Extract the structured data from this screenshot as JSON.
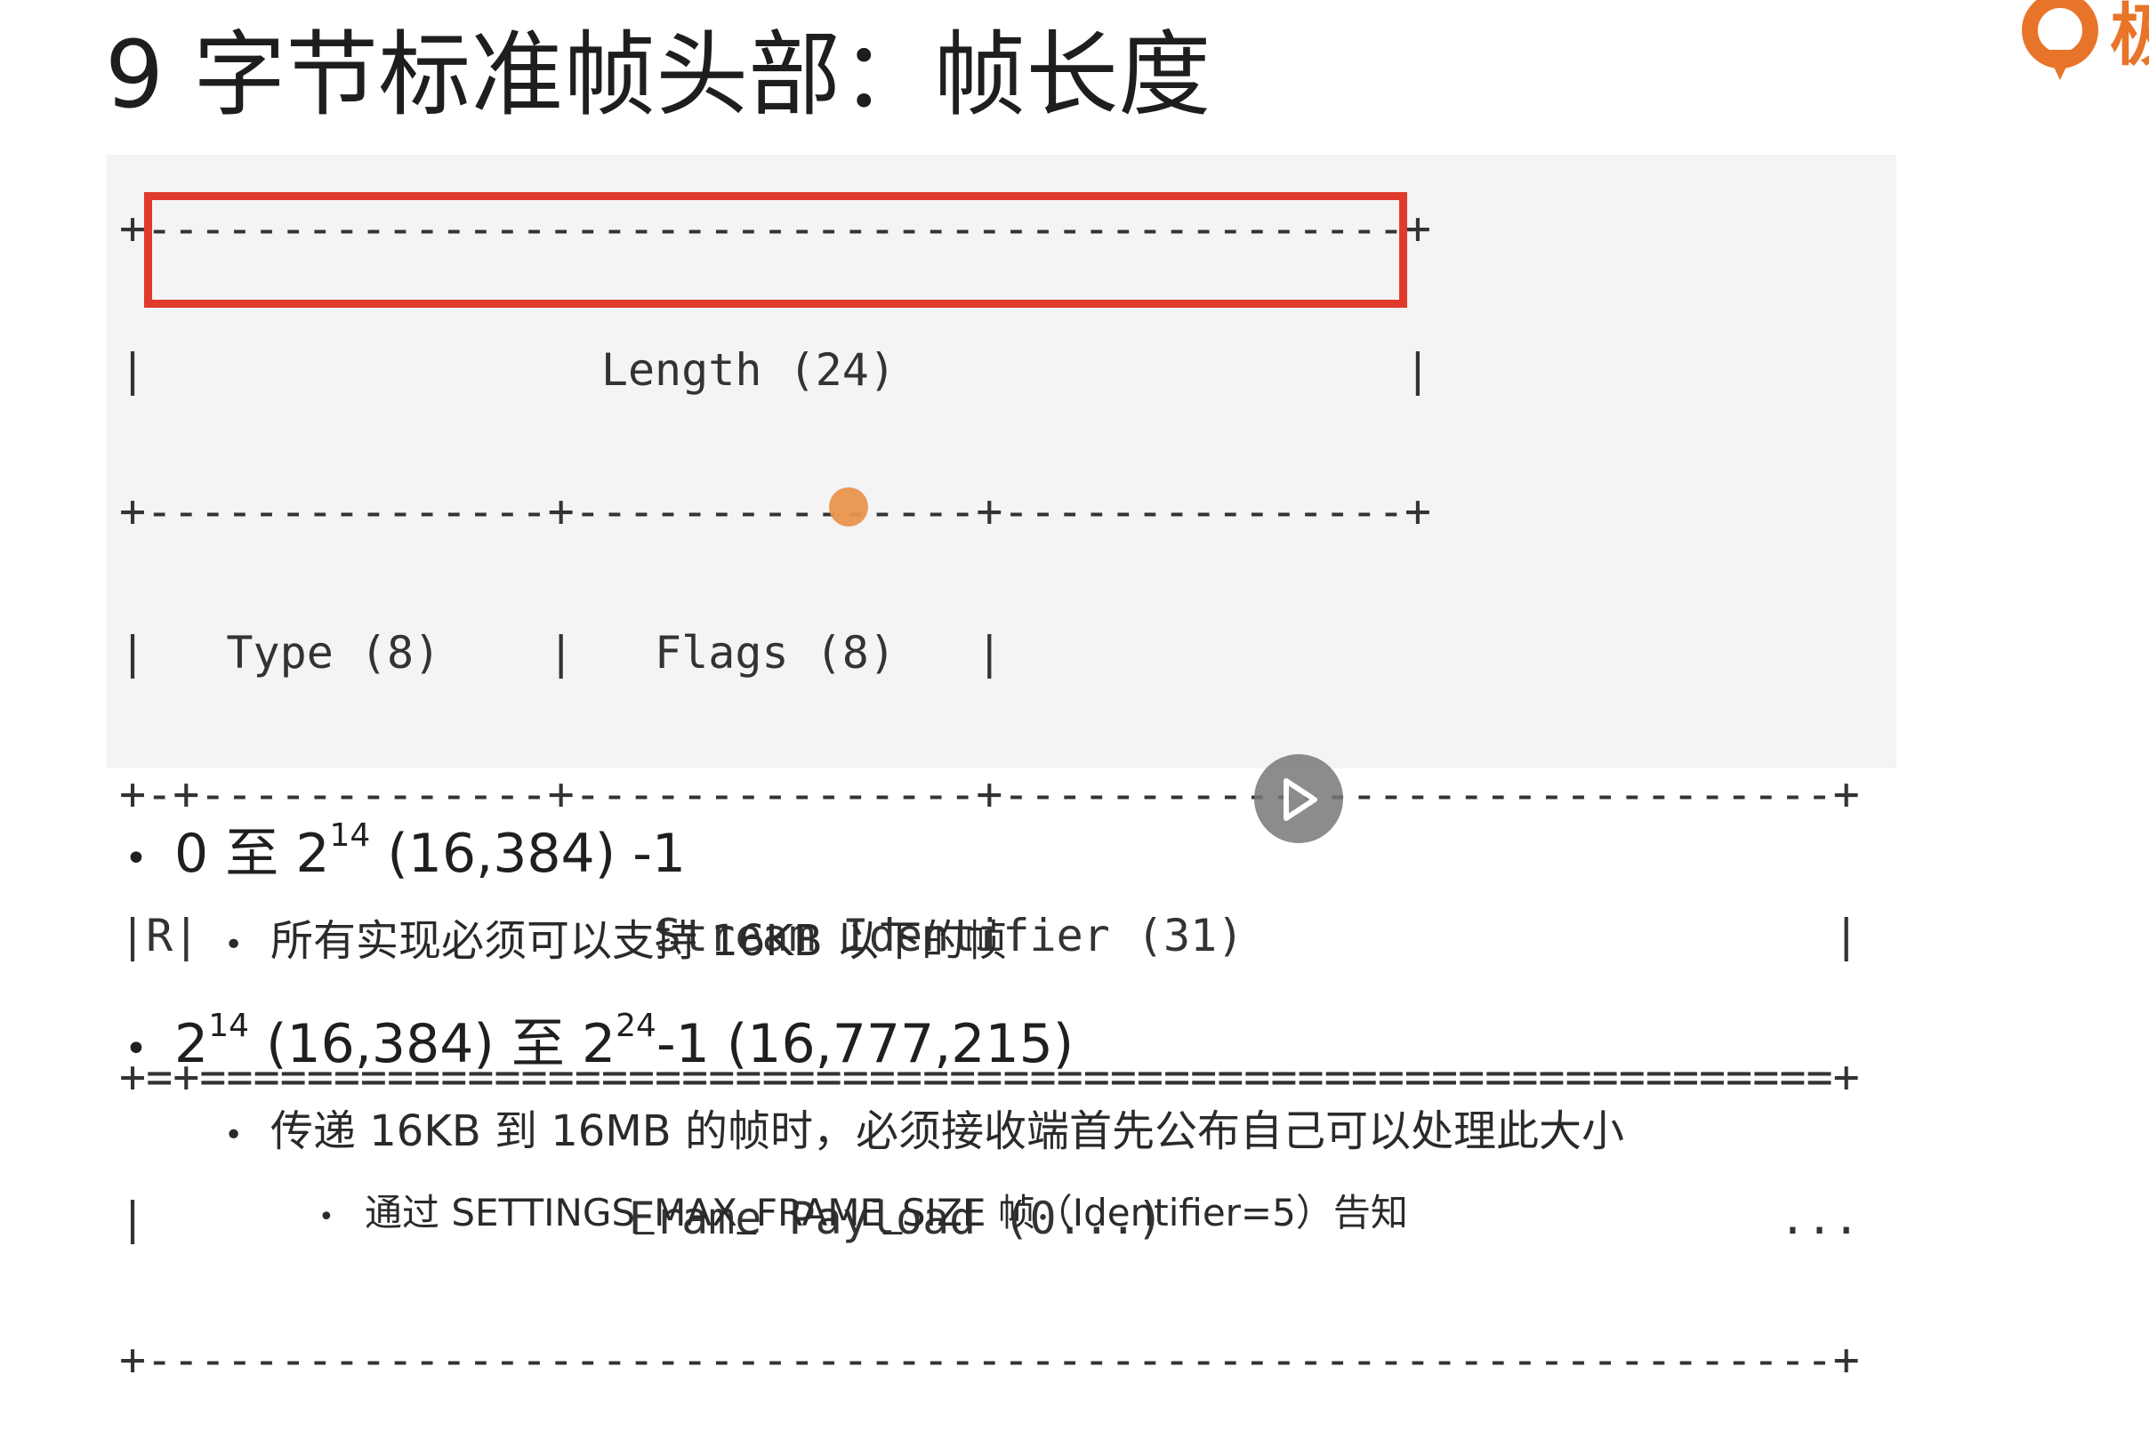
{
  "slide": {
    "title": "9 字节标准帧头部：帧长度",
    "logo_text": "极"
  },
  "diagram": {
    "lines": [
      "+-----------------------------------------------+",
      "|                 Length (24)                   |",
      "+---------------+---------------+---------------+",
      "|   Type (8)    |   Flags (8)   |",
      "+-+-------------+---------------+-------------------------------+",
      "|R|                 Stream Identifier (31)                      |",
      "+=+=============================================================+",
      "|                  Frame Payload (0...)                       ...",
      "+---------------------------------------------------------------+"
    ],
    "highlight_color": "#e03a2c",
    "background": "#f4f4f4"
  },
  "bullets": {
    "b1": {
      "pre": "0 至 2",
      "sup": "14",
      "post": " (16,384) -1"
    },
    "b1_1": "所有实现必须可以支持 16KB 以下的帧",
    "b2": {
      "pre": "2",
      "sup1": "14",
      "mid": " (16,384) 至 2",
      "sup2": "24",
      "post": "-1 (16,777,215)"
    },
    "b2_1": "传递 16KB 到 16MB 的帧时，必须接收端首先公布自己可以处理此大小",
    "b2_1_1": "通过 SETTINGS_MAX_FRAME_SIZE 帧（Identifier=5）告知",
    "bullet_glyph": "•"
  },
  "colors": {
    "logo_orange": "#e8742a",
    "cursor_orange": "#e9944e"
  },
  "icons": [
    "play-icon",
    "logo-icon",
    "mouse-cursor-icon"
  ]
}
